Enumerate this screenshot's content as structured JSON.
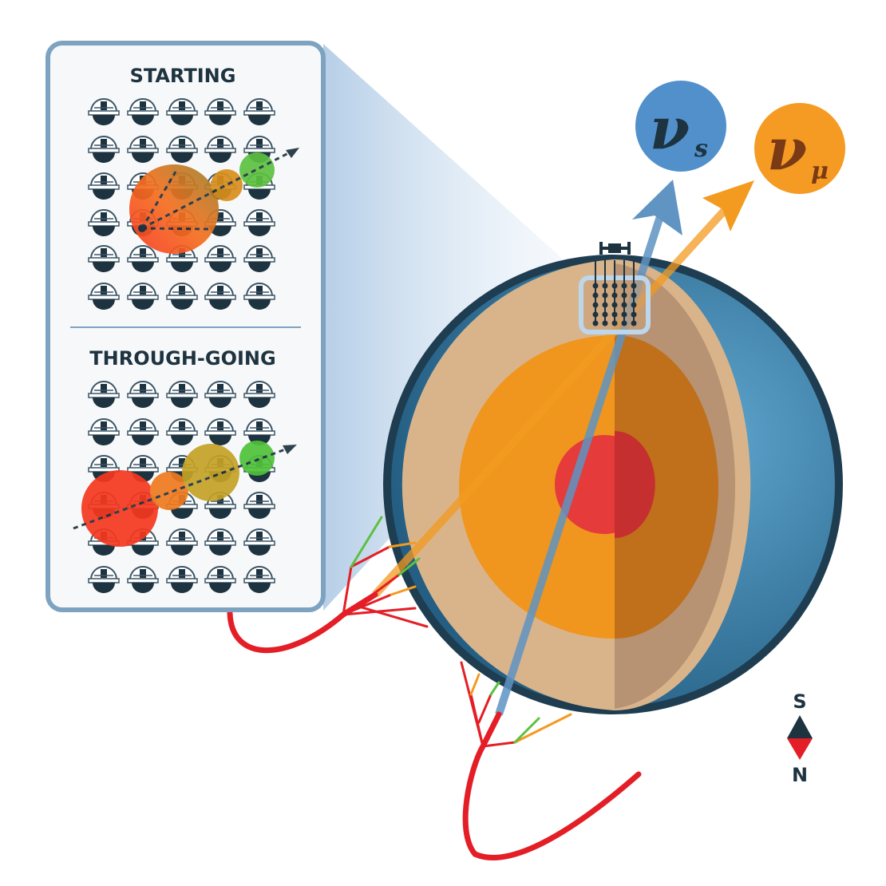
{
  "panel": {
    "starting_title": "STARTING",
    "through_going_title": "THROUGH-GOING",
    "grid_rows": 6,
    "grid_cols": 5
  },
  "neutrinos": {
    "sterile": {
      "symbol": "ν",
      "subscript": "s",
      "color": "#5190cb"
    },
    "muon": {
      "symbol": "ν",
      "subscript": "μ",
      "color": "#f59a22"
    }
  },
  "compass": {
    "top": "S",
    "bottom": "N"
  },
  "colors": {
    "panel_border": "#7ea3c1",
    "text": "#1e3340",
    "cascade_red": "#e41e26",
    "crust_ocean": "#3b7fa8",
    "mantle": "#d9b48a",
    "outer_core": "#f0961e",
    "inner_core": "#e53b3b"
  }
}
